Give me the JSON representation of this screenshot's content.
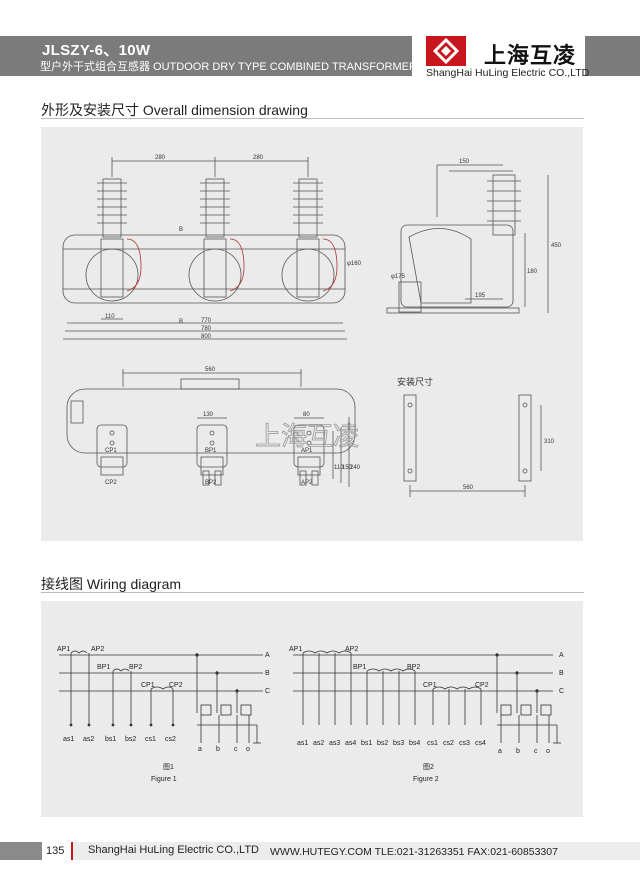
{
  "header": {
    "model": "JLSZY-6、10W",
    "subtitle": "型户外干式组合互感器 OUTDOOR DRY TYPE COMBINED TRANSFORMER",
    "brand_cn": "上海互凌",
    "brand_en": "ShangHai HuLing Electric  CO.,LTD",
    "brand_color": "#c8161d"
  },
  "sections": {
    "dimension_title": "外形及安装尺寸  Overall dimension drawing",
    "wiring_title": "接线图  Wiring diagram"
  },
  "dimension_drawing": {
    "front_dims": [
      "280",
      "280",
      "770",
      "780",
      "800",
      "110"
    ],
    "front_labels": [
      "B",
      "B",
      "φ160"
    ],
    "side_dims": [
      "150",
      "450",
      "180",
      "φ175",
      "195"
    ],
    "top_dims": [
      "560",
      "130",
      "80",
      "110",
      "150",
      "240"
    ],
    "top_labels": [
      "CP1",
      "CP2",
      "BP1",
      "BP2",
      "AP1",
      "AP2"
    ],
    "mount_title": "安装尺寸",
    "mount_dims": [
      "310",
      "560"
    ],
    "watermark": "上海互凌"
  },
  "wiring": {
    "figure1": {
      "primary_labels": [
        "AP1",
        "AP2",
        "BP1",
        "BP2",
        "CP1",
        "CP2"
      ],
      "phases": [
        "A",
        "B",
        "C"
      ],
      "secondary_labels": [
        "as1",
        "as2",
        "bs1",
        "bs2",
        "cs1",
        "cs2"
      ],
      "meter_labels": [
        "a",
        "b",
        "c",
        "o"
      ],
      "caption_cn": "图1",
      "caption_en": "Figure 1"
    },
    "figure2": {
      "primary_labels": [
        "AP1",
        "AP2",
        "BP1",
        "BP2",
        "CP1",
        "CP2"
      ],
      "phases": [
        "A",
        "B",
        "C"
      ],
      "secondary_labels": [
        "as1",
        "as2",
        "as3",
        "as4",
        "bs1",
        "bs2",
        "bs3",
        "bs4",
        "cs1",
        "cs2",
        "cs3",
        "cs4"
      ],
      "meter_labels": [
        "a",
        "b",
        "c",
        "o"
      ],
      "caption_cn": "图2",
      "caption_en": "Figure 2"
    }
  },
  "footer": {
    "page_number": "135",
    "company": "ShangHai HuLing Electric  CO.,LTD",
    "contact": "WWW.HUTEGY.COM TLE:021-31263351 FAX:021-60853307"
  }
}
